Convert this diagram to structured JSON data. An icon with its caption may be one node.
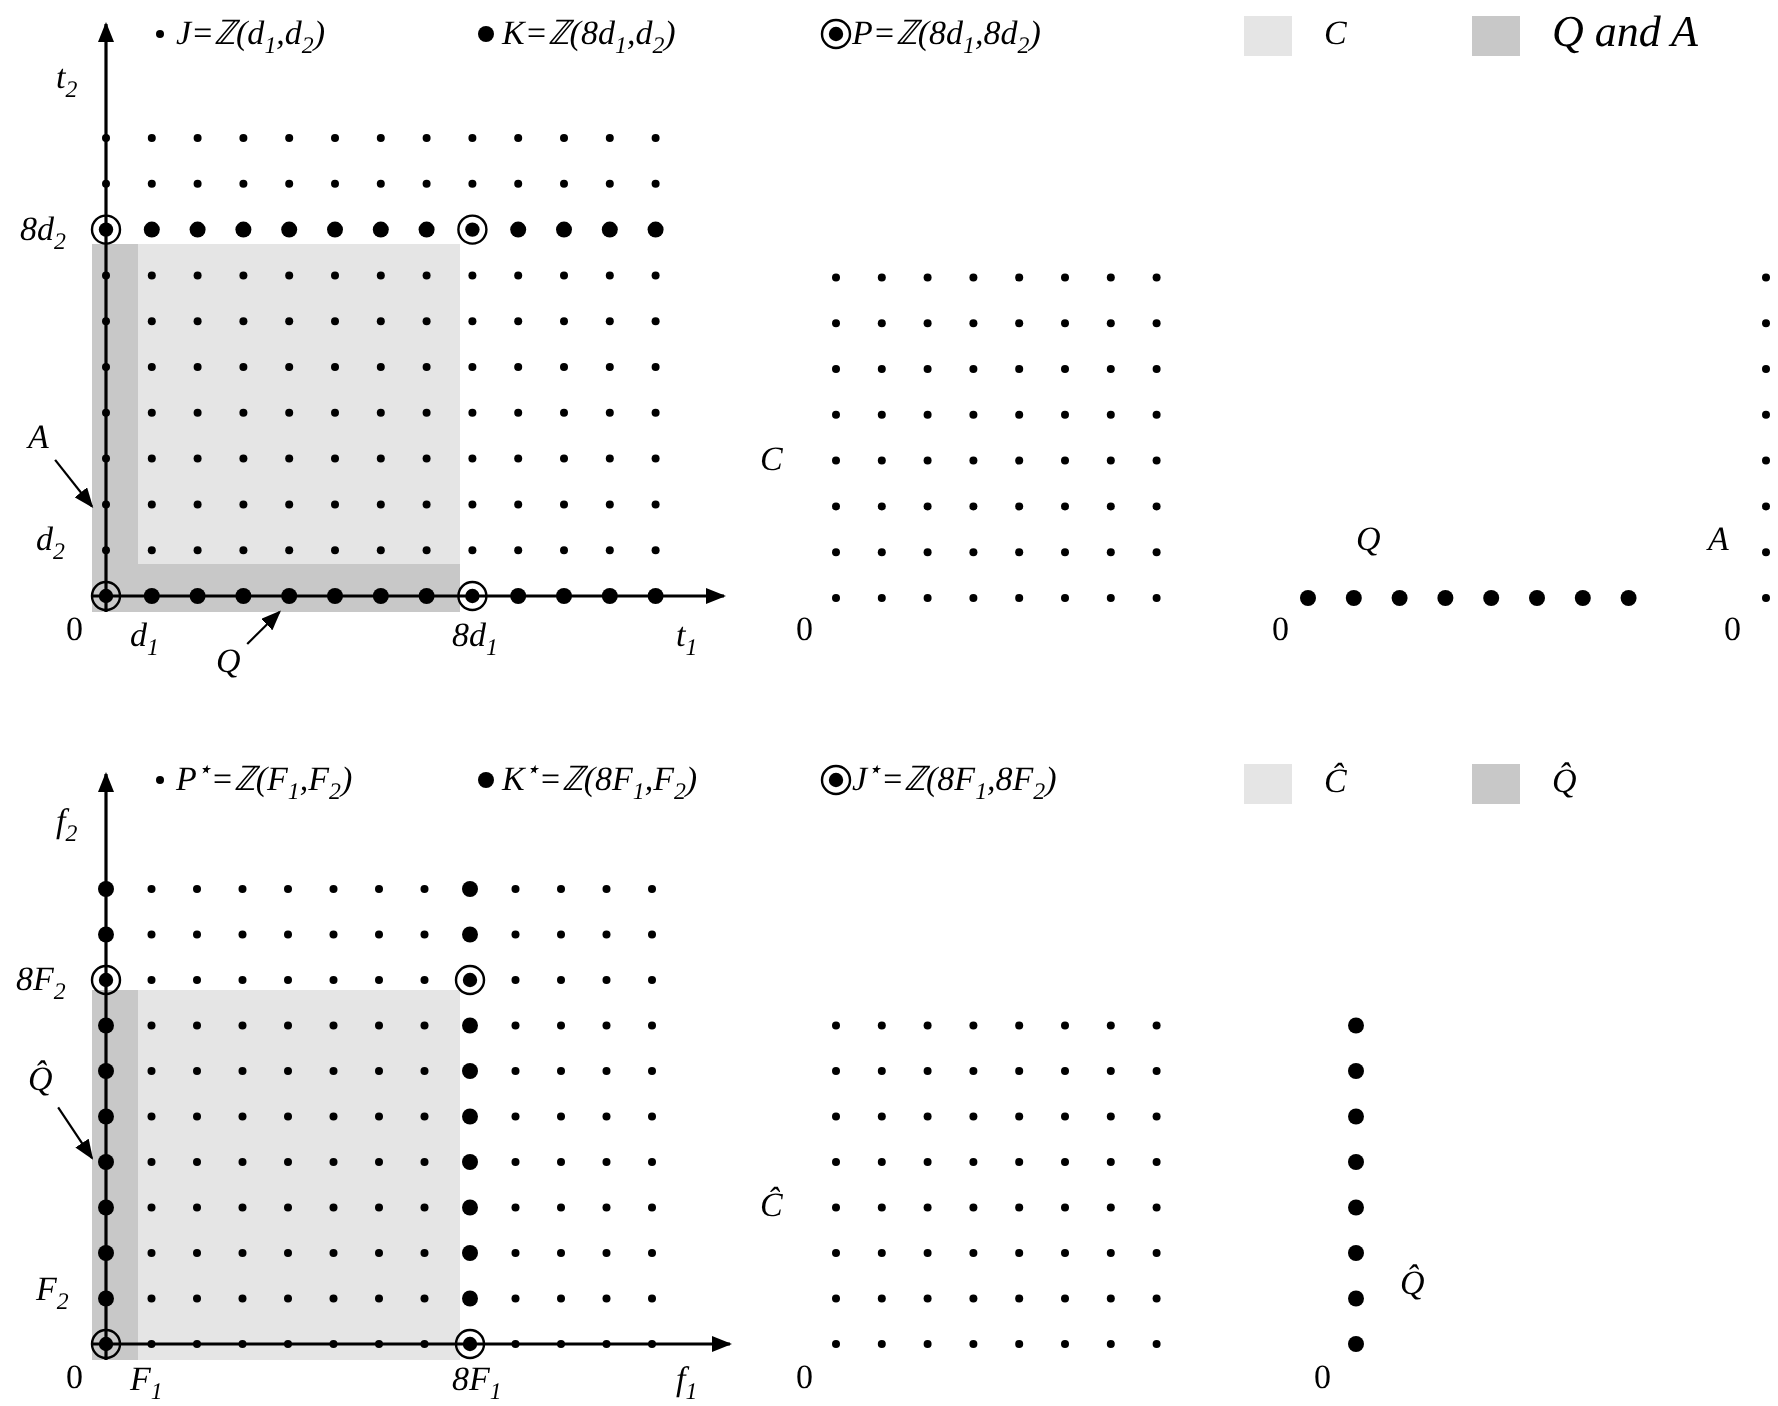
{
  "diagram": {
    "nodes": [
      {
        "text": [
          "A"
        ]
      },
      {
        "text": [],
        "shape": "box"
      },
      {
        "text": [
          "Q"
        ]
      },
      {
        "text": [],
        "shape": "box"
      },
      {
        "text": [
          "Q̂"
        ]
      },
      {
        "text": [],
        "shape": "box"
      }
    ],
    "edges": [
      {
        "from": 0,
        "to": 1,
        "arrow": "to"
      },
      {
        "from": 2,
        "to": 3,
        "arrow": "to"
      },
      {
        "from": 4,
        "to": 5,
        "arrow": "to"
      }
    ],
    "labels": [
      "t$_{2}$",
      "8d$_{2}$",
      "d$_{2}$",
      "0",
      "d$_{1}$",
      "8d$_{1}$",
      "t$_{1}$",
      "C",
      "0",
      "Q",
      "0",
      "A",
      "0",
      "f$_{2}$",
      "8F$_{2}$",
      "F$_{2}$",
      "0",
      "F$_{1}$",
      "8F$_{1}$",
      "f$_{1}$",
      "Ĉ",
      "0",
      "Q̂",
      "0"
    ],
    "legend": [
      {
        "text": "J=ℤ(d$_{1}$,d$_{2}$)"
      },
      {
        "text": "K=ℤ(8d$_{1}$,d$_{2}$)"
      },
      {
        "text": "P=ℤ(8d$_{1}$,8d$_{2}$)"
      },
      {
        "text": "C",
        "color": "#e5e5e5"
      },
      {
        "text": "Q and A",
        "color": "#c8c8c8"
      },
      {
        "text": "P$^{⋆}$=ℤ(F$_{1}$,F$_{2}$)"
      },
      {
        "text": "K$^{⋆}$=ℤ(8F$_{1}$,F$_{2}$)"
      },
      {
        "text": "J$^{⋆}$=ℤ(8F$_{1}$,8F$_{2}$)"
      },
      {
        "text": "Ĉ",
        "color": "#e5e5e5"
      },
      {
        "text": "Q̂",
        "color": "#c8c8c8"
      }
    ]
  }
}
